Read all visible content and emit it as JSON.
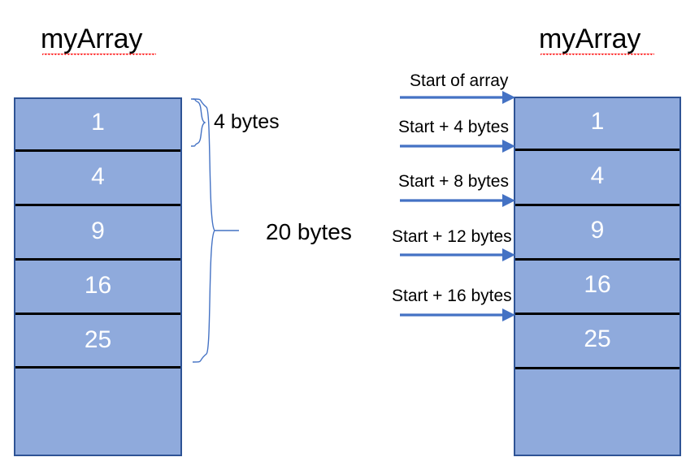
{
  "diagram": {
    "title_left": "myArray",
    "title_right": "myArray",
    "spellcheck_underline": true,
    "colors": {
      "cell_fill": "#8FAADC",
      "cell_border": "#2E5395",
      "divider": "#000000",
      "value_text": "#ffffff",
      "arrow": "#4472C4",
      "brace": "#4472C4",
      "label_text": "#000000",
      "background": "#ffffff",
      "spellcheck": "#ff0000"
    }
  },
  "left_panel": {
    "title": "myArray",
    "cells": [
      {
        "value": "1"
      },
      {
        "value": "4"
      },
      {
        "value": "9"
      },
      {
        "value": "16"
      },
      {
        "value": "25"
      },
      {
        "value": ""
      }
    ],
    "annotations": [
      {
        "label": "4 bytes",
        "spans_cells": 1
      },
      {
        "label": "20 bytes",
        "spans_cells": 5
      }
    ]
  },
  "right_panel": {
    "title": "myArray",
    "cells": [
      {
        "value": "1"
      },
      {
        "value": "4"
      },
      {
        "value": "9"
      },
      {
        "value": "16"
      },
      {
        "value": "25"
      },
      {
        "value": ""
      }
    ],
    "pointers": [
      {
        "label": "Start of array"
      },
      {
        "label": "Start + 4 bytes"
      },
      {
        "label": "Start + 8 bytes"
      },
      {
        "label": "Start + 12 bytes"
      },
      {
        "label": "Start + 16 bytes"
      }
    ]
  }
}
